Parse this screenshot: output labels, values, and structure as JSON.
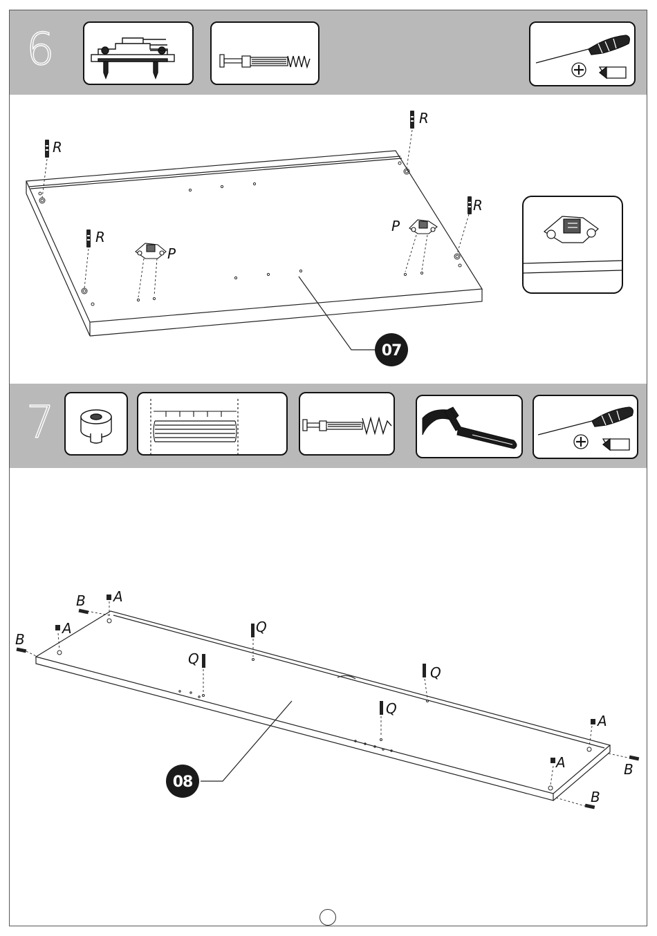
{
  "steps": [
    {
      "number": "6",
      "tools": [
        "cam-hinge-plate-icon",
        "cam-bolt-icon",
        "screwdriver-icon"
      ],
      "panel_badge": "07",
      "part_labels": {
        "R": "R",
        "P": "P"
      }
    },
    {
      "number": "7",
      "tools": [
        "cam-lock-icon",
        "wooden-dowel-icon",
        "cam-bolt-icon",
        "hammer-icon",
        "screwdriver-icon"
      ],
      "panel_badge": "08",
      "part_labels": {
        "A": "A",
        "B": "B",
        "Q": "Q"
      }
    }
  ],
  "page_number": ""
}
